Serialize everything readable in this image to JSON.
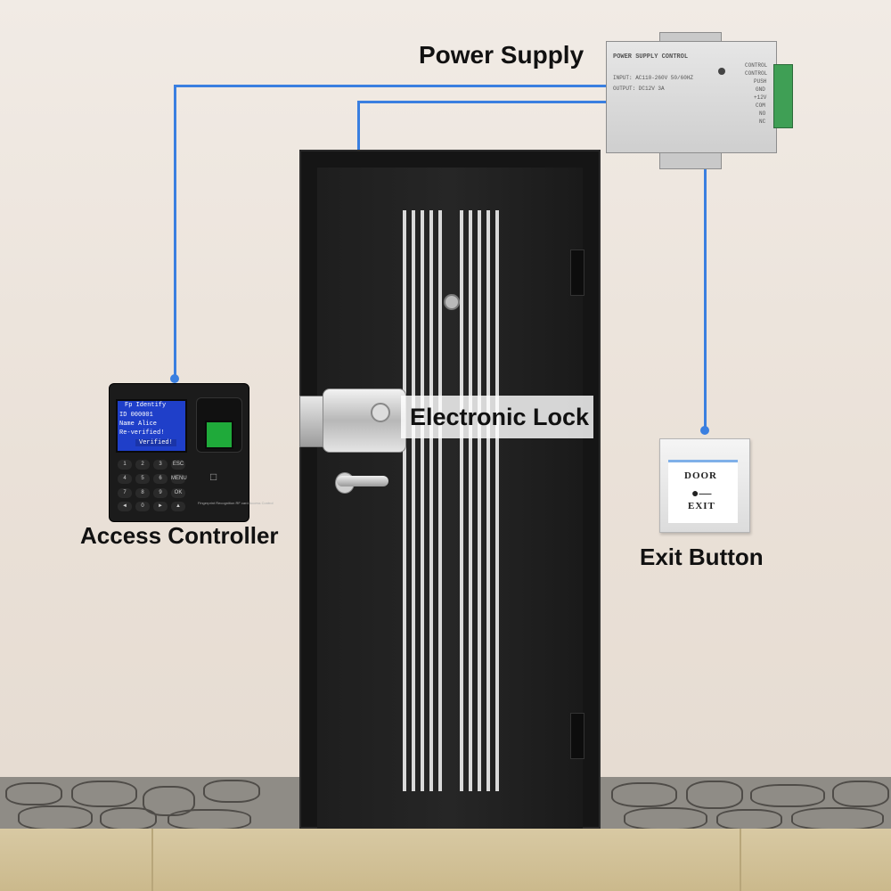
{
  "labels": {
    "power_supply": "Power Supply",
    "access_controller": "Access Controller",
    "electronic_lock": "Electronic Lock",
    "exit_button": "Exit Button"
  },
  "power_supply": {
    "title": "POWER SUPPLY CONTROL",
    "input": "INPUT: AC110-260V 50/60HZ",
    "output": "OUTPUT: DC12V 3A",
    "terminals": [
      "CONTROL",
      "CONTROL",
      "PUSH",
      "GND",
      "+12V",
      "COM",
      "NO",
      "NC"
    ]
  },
  "access_controller": {
    "screen_lines": [
      "Fp Identify",
      "ID          000001",
      "Name        Alice",
      "Re-verified!",
      "Verified!"
    ],
    "keys": [
      "1",
      "2",
      "3",
      "ESC",
      "4",
      "5",
      "6",
      "MENU",
      "7",
      "8",
      "9",
      "OK",
      "◄",
      "0",
      "►",
      "▲"
    ],
    "footer": "Fingerprint Recognition RF card Access Control"
  },
  "exit_button": {
    "line1": "DOOR",
    "line2": "EXIT"
  },
  "colors": {
    "wire": "#3a7fe0",
    "wall": "#ece4dc",
    "door": "#1e1e1e",
    "screen": "#1f3fc9",
    "fingerprint_window": "#1faa3a"
  },
  "icons": [
    "key-icon",
    "card-icon",
    "lock-cylinder-icon"
  ]
}
